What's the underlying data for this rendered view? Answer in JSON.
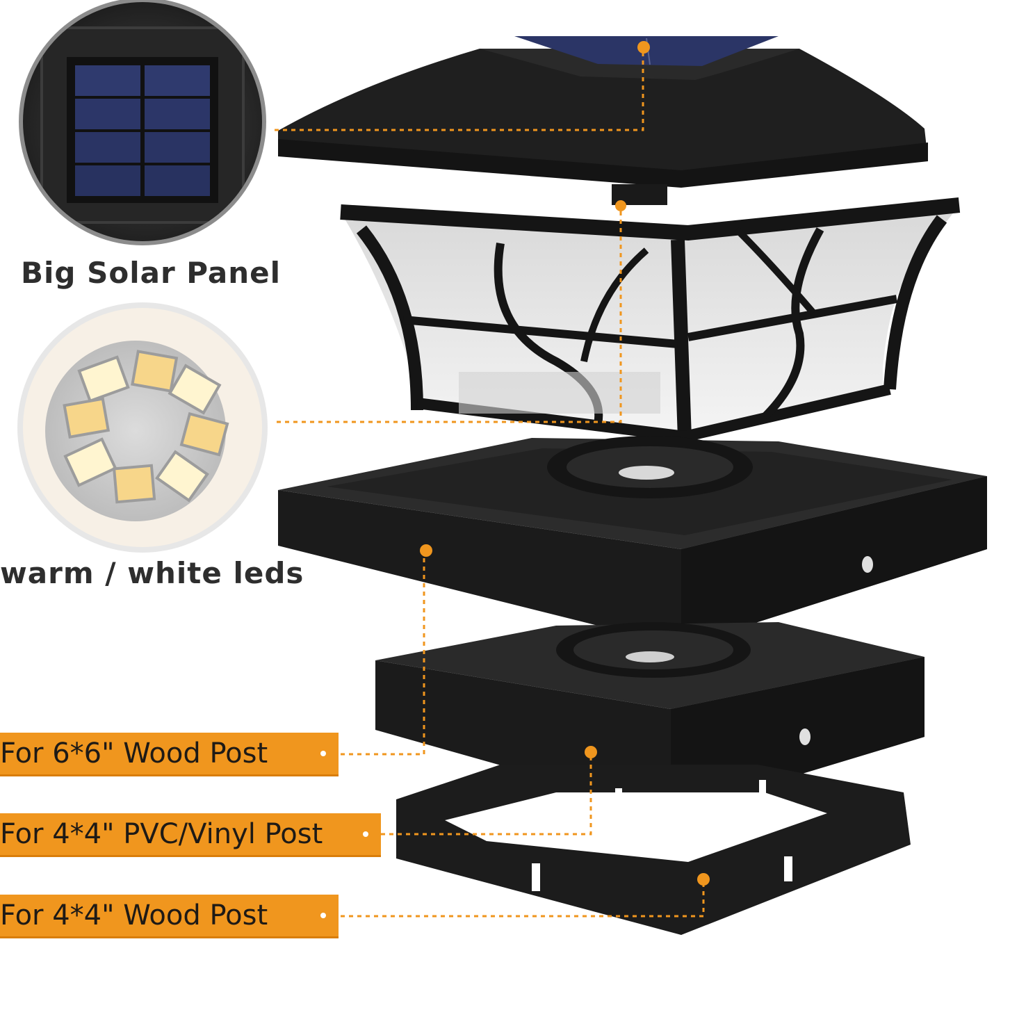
{
  "callouts": {
    "solar_panel_label": "Big Solar Panel",
    "leds_label": "warm / white leds"
  },
  "post_options": [
    {
      "label": "For 6*6\" Wood Post"
    },
    {
      "label": "For 4*4\" PVC/Vinyl Post"
    },
    {
      "label": "For 4*4\" Wood Post"
    }
  ],
  "colors": {
    "accent": "#f0961e",
    "product_body": "#1c1c1c",
    "solar_cell": "#2b3566",
    "led_warm": "#f7d68a",
    "led_white": "#fff5d0"
  }
}
